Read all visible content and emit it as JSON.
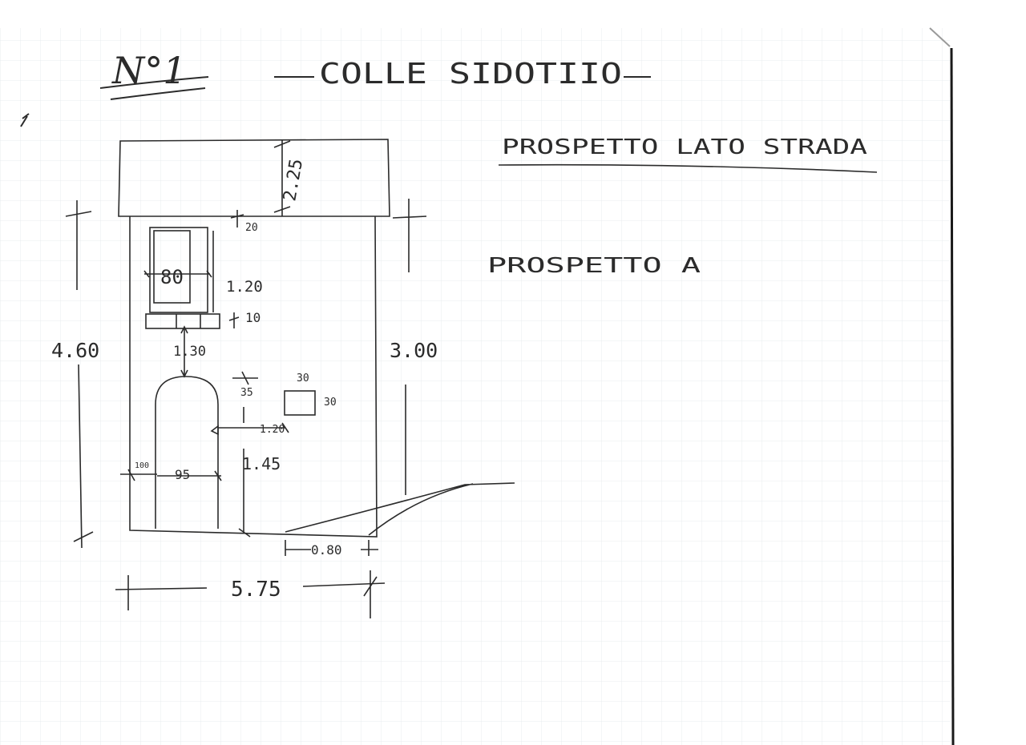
{
  "sheet": {
    "sheet_number": "N°1",
    "site_title": "COLLE SIDOTIIO",
    "view_title": "PROSPETTO LATO STRADA",
    "next_view_label": "PROSPETTO A"
  },
  "dimensions": {
    "cornice_height": "2.25",
    "window_top_offset": "20",
    "window_width": "80",
    "window_height": "1.20",
    "sill_thickness": "10",
    "sill_to_arch": "1.30",
    "left_total_height": "4.60",
    "right_wall_height": "3.00",
    "vent_width": "30",
    "vent_height": "30",
    "vent_offset_top": "35",
    "vent_offset_side": "1.20",
    "door_left_margin": "100",
    "door_width": "95",
    "door_height": "1.45",
    "bottom_right_segment": "0.80",
    "total_width": "5.75"
  },
  "colors": {
    "ink": "#2b2b2b",
    "grid": "#e8ecef",
    "paper": "#ffffff"
  }
}
